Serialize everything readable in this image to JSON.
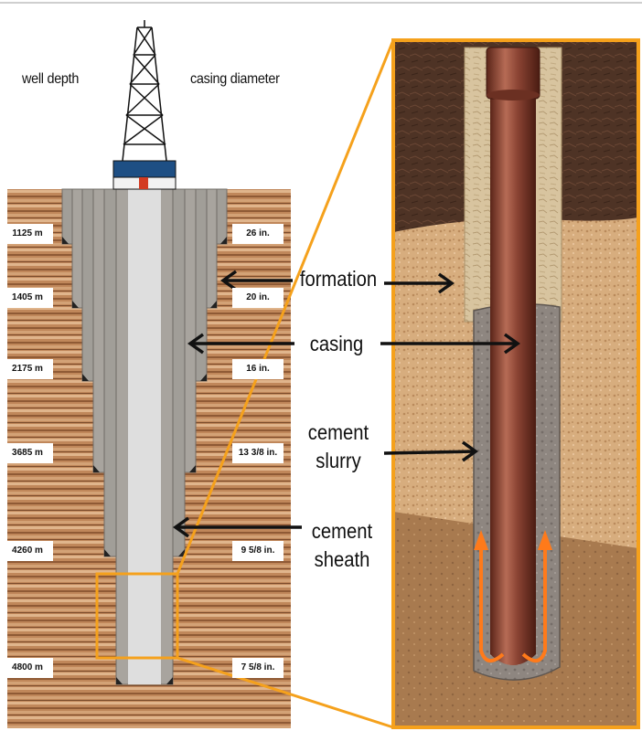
{
  "headers": {
    "depth": "well depth",
    "diameter": "casing diameter"
  },
  "casing_strings": [
    {
      "depth": "1125 m",
      "diameter": "26 in."
    },
    {
      "depth": "1405 m",
      "diameter": "20 in."
    },
    {
      "depth": "2175 m",
      "diameter": "16 in."
    },
    {
      "depth": "3685 m",
      "diameter": "13 3/8 in."
    },
    {
      "depth": "4260 m",
      "diameter": "9 5/8 in."
    },
    {
      "depth": "4800 m",
      "diameter": "7 5/8 in."
    }
  ],
  "callouts": {
    "formation": "formation",
    "casing": "casing",
    "slurry_line1": "cement",
    "slurry_line2": "slurry",
    "sheath_line1": "cement",
    "sheath_line2": "sheath"
  },
  "colors": {
    "highlight": "#f5a11c",
    "casing_gray": "#a19e98",
    "bore": "#dedede",
    "rock": "#b07a52",
    "pipe": "#7a3b2c",
    "flow_arrow": "#ff7a1a"
  }
}
